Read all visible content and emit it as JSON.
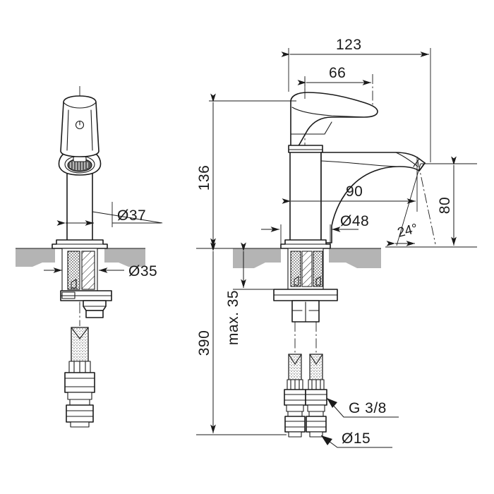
{
  "drawing": {
    "title": "Single-lever basin mixer dimensional drawing",
    "background_color": "#ffffff",
    "line_color": "#1a1a1a",
    "counter_color": "#b4b4b4",
    "units": "mm"
  },
  "views": {
    "front": {
      "name": "front-view",
      "label": ""
    },
    "side": {
      "name": "side-view",
      "label": ""
    }
  },
  "dimensions": {
    "front_body_diameter": "Ø37",
    "front_shank_diameter": "Ø35",
    "side_overall_width": "123",
    "side_lever_width": "66",
    "side_height_to_spout": "136",
    "side_spout_reach": "90",
    "side_base_diameter": "Ø48",
    "side_spout_height": "80",
    "side_spout_angle": "24°",
    "side_max_thickness": "max. 35",
    "side_hose_length": "390",
    "hose_thread": "G 3/8",
    "hose_diameter": "Ø15"
  },
  "labels": {
    "diameter_symbol": "Ø",
    "degree_symbol": "°"
  }
}
